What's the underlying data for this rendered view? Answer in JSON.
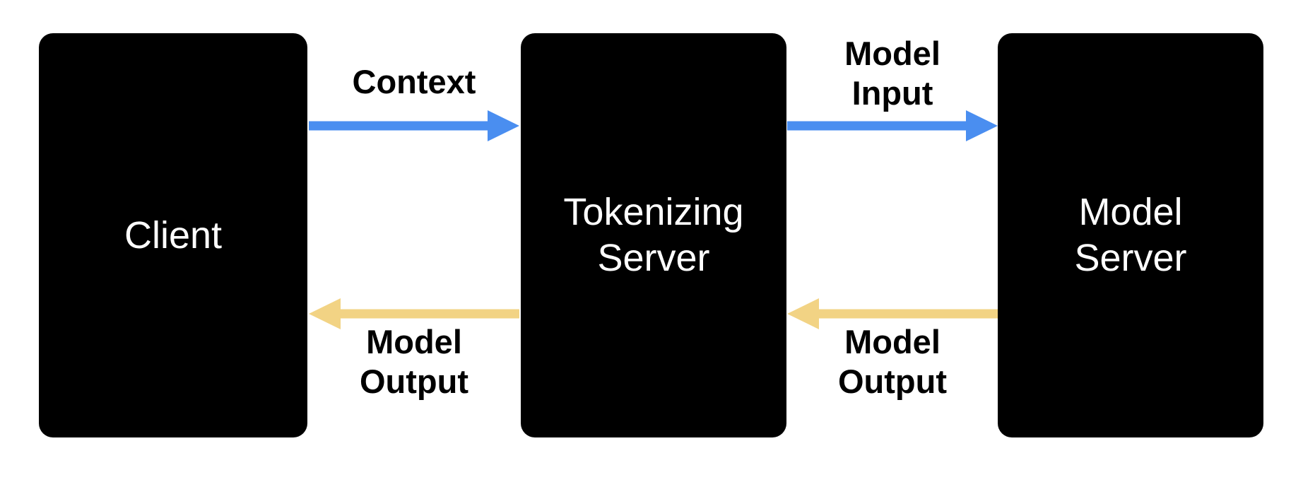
{
  "diagram": {
    "title": "Client / Tokenizing Server / Model Server flow",
    "colors": {
      "background": "#ffffff",
      "node_fill": "#000000",
      "node_text": "#ffffff",
      "edge_label_text": "#000000",
      "arrow_blue": "#4a8ef0",
      "arrow_yellow": "#f2d384"
    },
    "nodes": [
      {
        "id": "client",
        "label_lines": [
          "Client"
        ]
      },
      {
        "id": "tokenizing-server",
        "label_lines": [
          "Tokenizing",
          "Server"
        ]
      },
      {
        "id": "model-server",
        "label_lines": [
          "Model",
          "Server"
        ]
      }
    ],
    "edges": [
      {
        "id": "context",
        "from": "client",
        "to": "tokenizing-server",
        "direction": "right",
        "color": "#4a8ef0",
        "label_lines": [
          "Context"
        ]
      },
      {
        "id": "model-input",
        "from": "tokenizing-server",
        "to": "model-server",
        "direction": "right",
        "color": "#4a8ef0",
        "label_lines": [
          "Model",
          "Input"
        ]
      },
      {
        "id": "model-output-left",
        "from": "tokenizing-server",
        "to": "client",
        "direction": "left",
        "color": "#f2d384",
        "label_lines": [
          "Model",
          "Output"
        ]
      },
      {
        "id": "model-output-right",
        "from": "model-server",
        "to": "tokenizing-server",
        "direction": "left",
        "color": "#f2d384",
        "label_lines": [
          "Model",
          "Output"
        ]
      }
    ]
  }
}
